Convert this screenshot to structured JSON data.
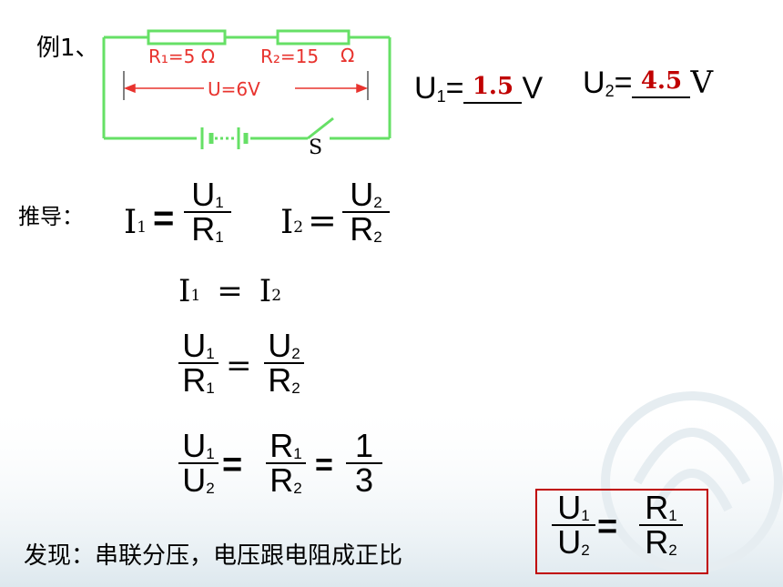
{
  "example": {
    "label": "例1、"
  },
  "circuit": {
    "r1_label": "R₁=5 Ω",
    "r2_label": "R₂=15",
    "r2_unit": "Ω",
    "voltage_label": "U=6V",
    "switch_label": "S"
  },
  "answers": {
    "u1_prefix": "U",
    "u1_sub": "1",
    "u1_eq": "=",
    "u1_value": "1.5",
    "u1_unit": "V",
    "u2_prefix": "U",
    "u2_sub": "2",
    "u2_eq": "=",
    "u2_value": "4.5",
    "u2_unit": "V"
  },
  "derivation": {
    "label": "推导：",
    "I": "I",
    "U": "U",
    "R": "R",
    "one": "1",
    "two": "2",
    "three": "3",
    "eq": "=",
    "ratio_value_num": "1",
    "ratio_value_den": "3"
  },
  "conclusion": {
    "text": "发现：串联分压，电压跟电阻成正比"
  },
  "colors": {
    "circuit_wire": "#66e066",
    "resistor_label": "#e8332e",
    "answer_value": "#c00000",
    "box_border": "#c00000"
  }
}
